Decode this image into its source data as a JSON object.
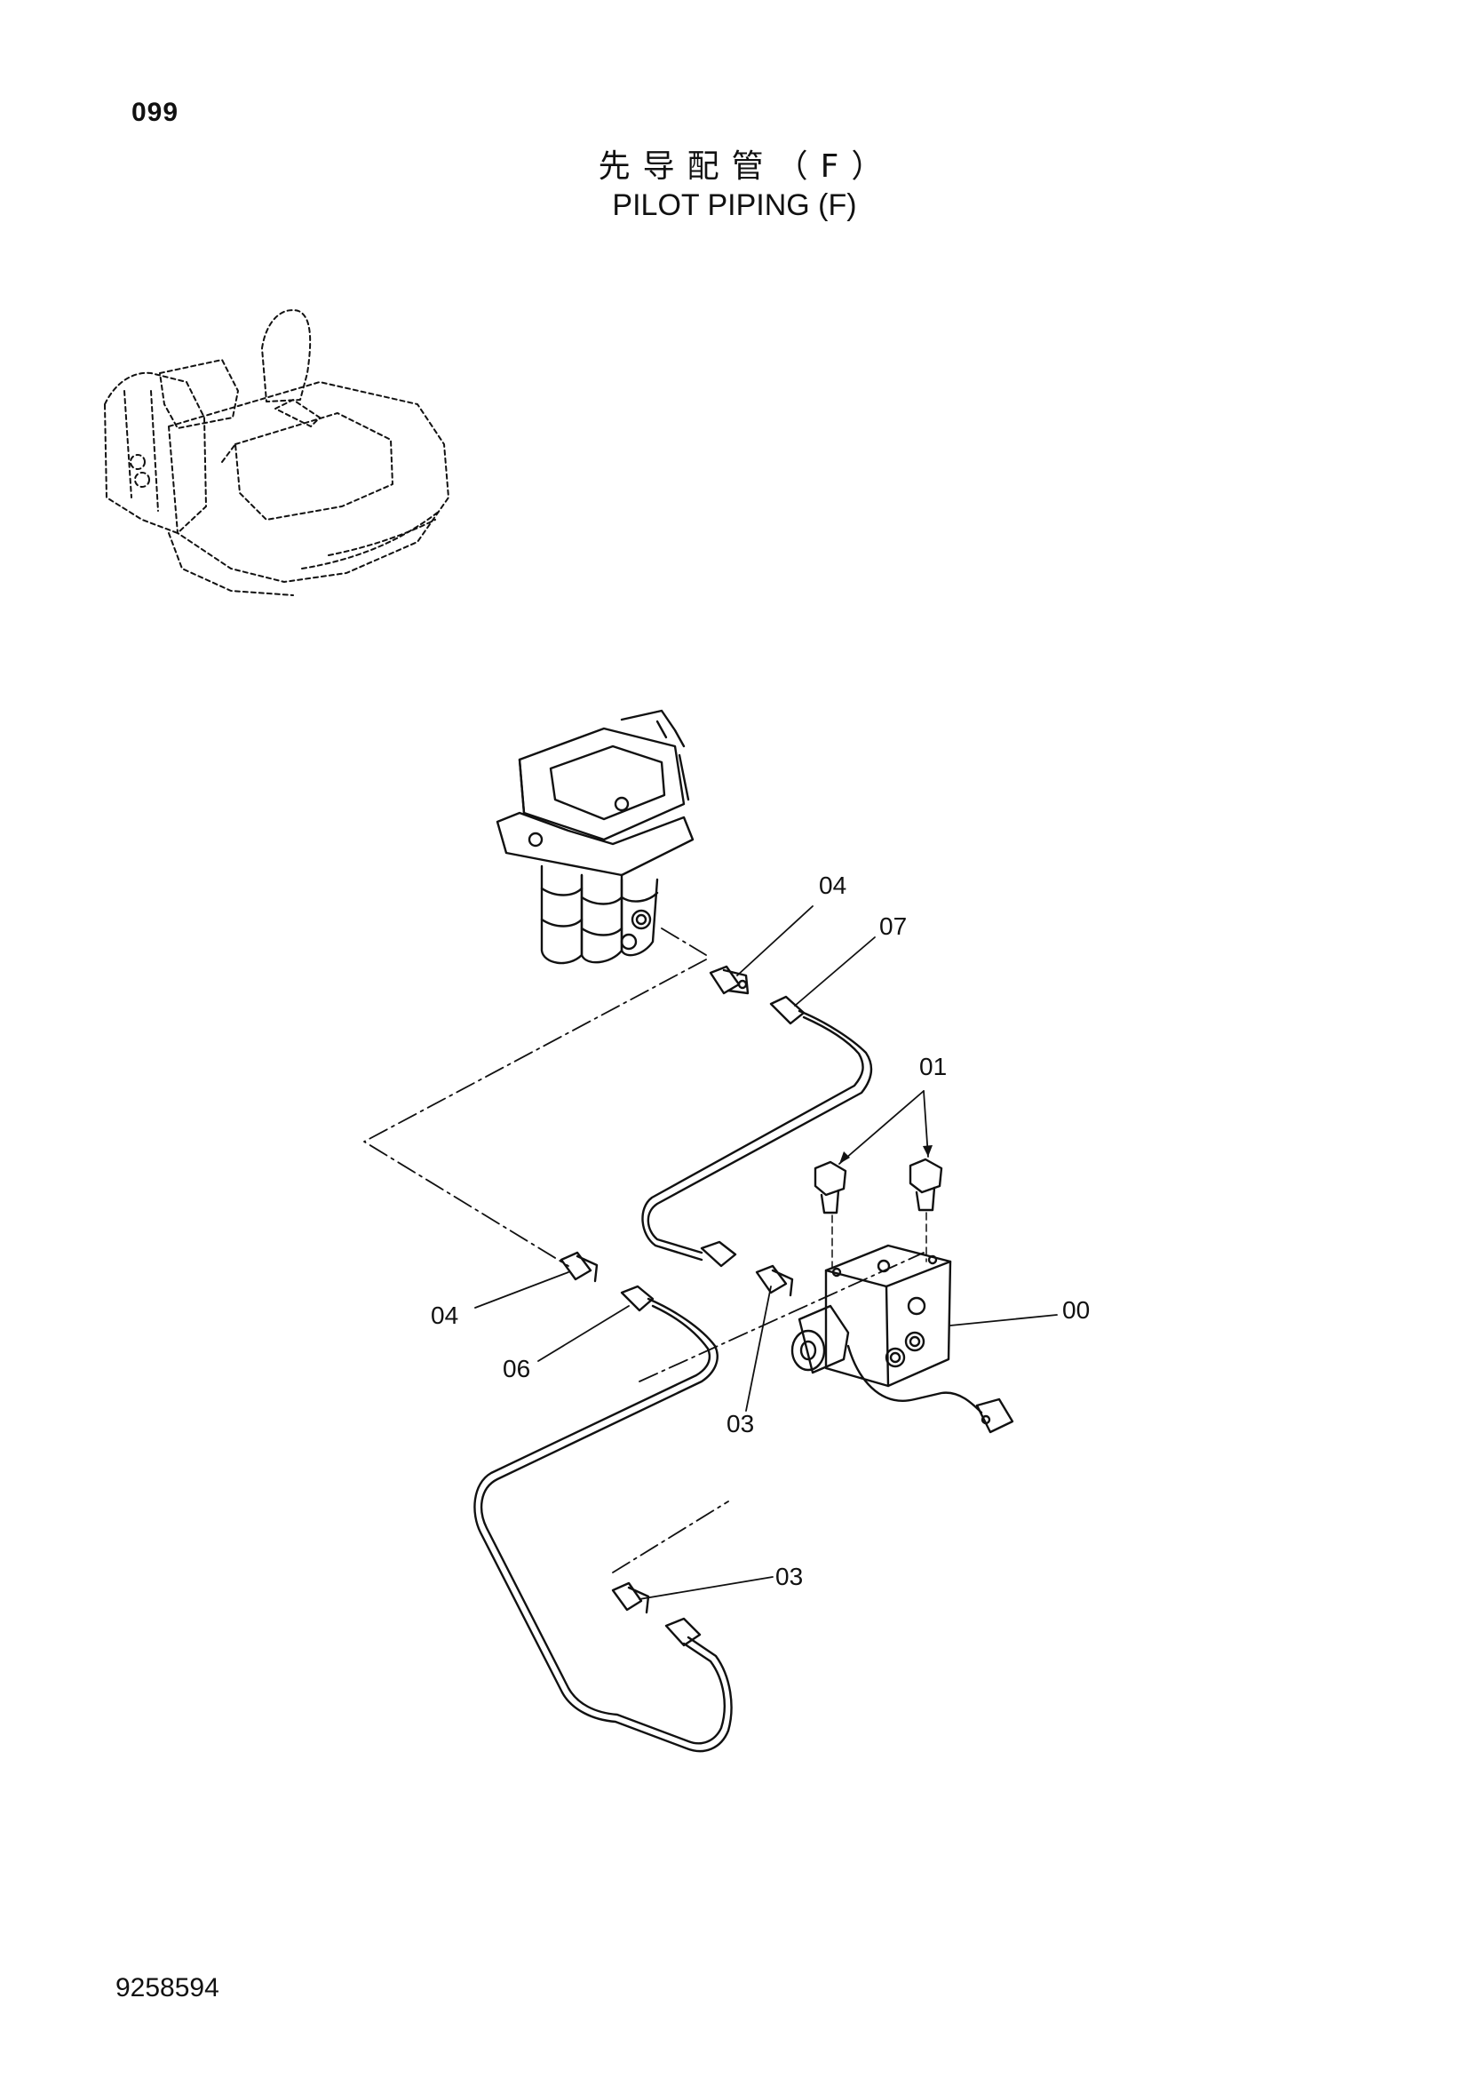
{
  "header": {
    "page_number": "099",
    "title_cn": "先导配管（F）",
    "title_en": "PILOT PIPING (F)"
  },
  "callouts": {
    "c04_top": "04",
    "c07": "07",
    "c01": "01",
    "c00": "00",
    "c04_left": "04",
    "c06": "06",
    "c03_mid": "03",
    "c03_bottom": "03"
  },
  "footer": {
    "doc_number": "9258594"
  }
}
